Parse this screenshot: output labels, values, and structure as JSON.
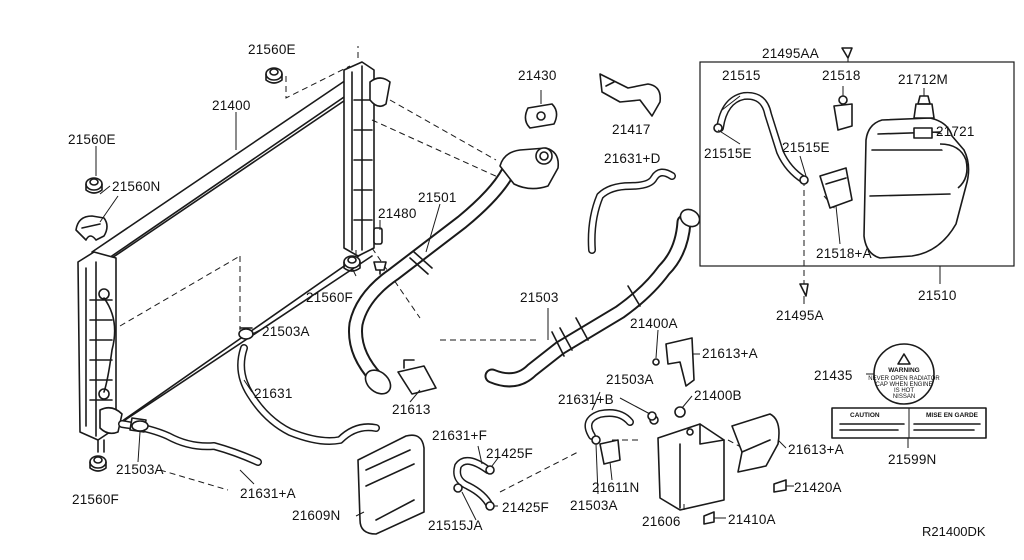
{
  "labels": {
    "p21560E_top": "21560E",
    "p21400": "21400",
    "p21560E_left": "21560E",
    "p21560N": "21560N",
    "p21430": "21430",
    "p21417": "21417",
    "p21480": "21480",
    "p21501": "21501",
    "p21560F_mid": "21560F",
    "p21631D": "21631+D",
    "p21503A_mid": "21503A",
    "p21503": "21503",
    "p21631": "21631",
    "p21613": "21613",
    "p21503A_low": "21503A",
    "p21631A": "21631+A",
    "p21560F_low": "21560F",
    "p21609N": "21609N",
    "p21631F": "21631+F",
    "p21425F_top": "21425F",
    "p21425F_low": "21425F",
    "p21515JA": "21515JA",
    "p21631B": "21631+B",
    "p21503A_right": "21503A",
    "p21503A_bottom": "21503A",
    "p21611N": "21611N",
    "p21400A": "21400A",
    "p21613A_top": "21613+A",
    "p21400B": "21400B",
    "p21613A_low": "21613+A",
    "p21606": "21606",
    "p21420A": "21420A",
    "p21410A": "21410A",
    "p21495AA": "21495AA",
    "p21515": "21515",
    "p21518": "21518",
    "p21712M": "21712M",
    "p21721": "21721",
    "p21515E_left": "21515E",
    "p21515E_right": "21515E",
    "p21518A": "21518+A",
    "p21510": "21510",
    "p21495A": "21495A",
    "p21435": "21435",
    "p21599N": "21599N"
  },
  "warning_label": {
    "title": "WARNING",
    "lines": [
      "NEVER OPEN RADIATOR",
      "CAP WHEN ENGINE",
      "IS HOT",
      "NISSAN"
    ]
  },
  "caution_label": {
    "left_title": "CAUTION",
    "right_title": "MISE EN GARDE"
  },
  "reference_code": "R21400DK"
}
